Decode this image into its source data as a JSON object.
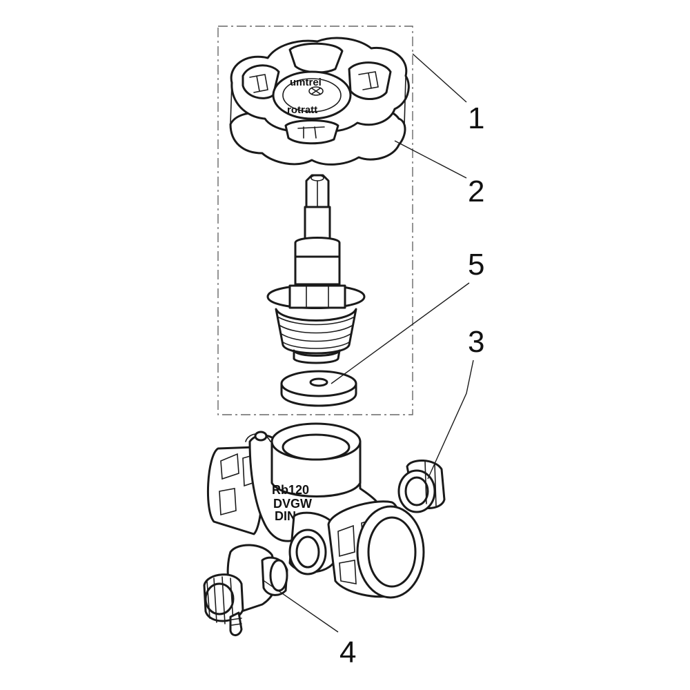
{
  "callouts": [
    {
      "id": "1",
      "label": "1"
    },
    {
      "id": "2",
      "label": "2"
    },
    {
      "id": "3",
      "label": "3"
    },
    {
      "id": "4",
      "label": "4"
    },
    {
      "id": "5",
      "label": "5"
    }
  ],
  "handwheel": {
    "brand_top": "umtrei",
    "brand_bottom": "rotratt"
  },
  "body_markings": {
    "line1": "Rb120",
    "line2": "DVGW",
    "line3": "DIN"
  },
  "line_color": "#1a1a1a",
  "background": "#ffffff"
}
